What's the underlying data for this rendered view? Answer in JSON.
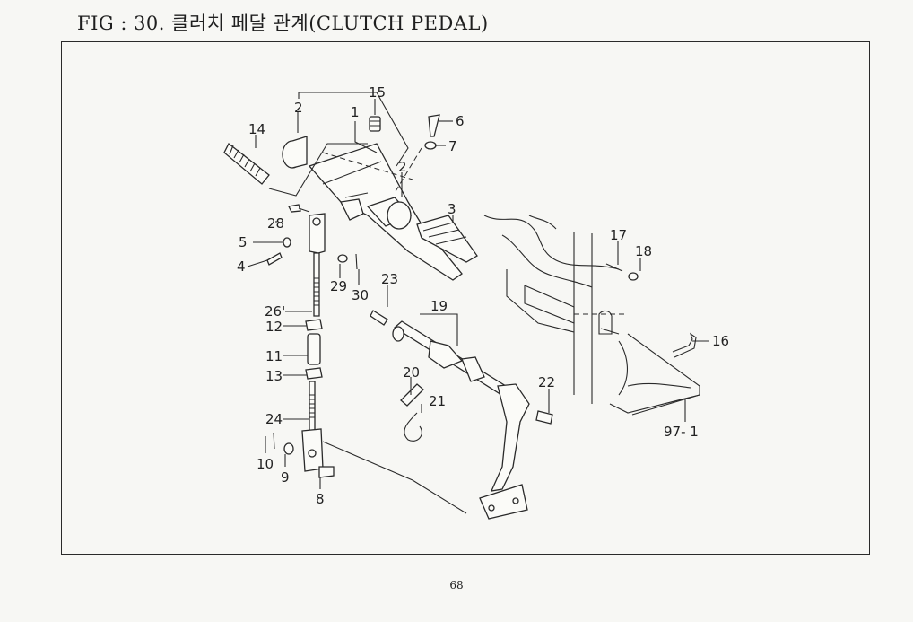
{
  "figure": {
    "title": "FIG : 30. 클러치 페달 관계(CLUTCH PEDAL)",
    "page_number": "68"
  },
  "callouts": {
    "c1": "1",
    "c2a": "2",
    "c2b": "2",
    "c3": "3",
    "c4": "4",
    "c5": "5",
    "c6": "6",
    "c7": "7",
    "c8": "8",
    "c9": "9",
    "c10": "10",
    "c11": "11",
    "c12": "12",
    "c13": "13",
    "c14": "14",
    "c15": "15",
    "c16": "16",
    "c17": "17",
    "c18": "18",
    "c19": "19",
    "c20": "20",
    "c21": "21",
    "c22": "22",
    "c23": "23",
    "c24": "24",
    "c26": "26'",
    "c28": "28",
    "c29": "29",
    "c30": "30",
    "c97": "97- 1"
  }
}
